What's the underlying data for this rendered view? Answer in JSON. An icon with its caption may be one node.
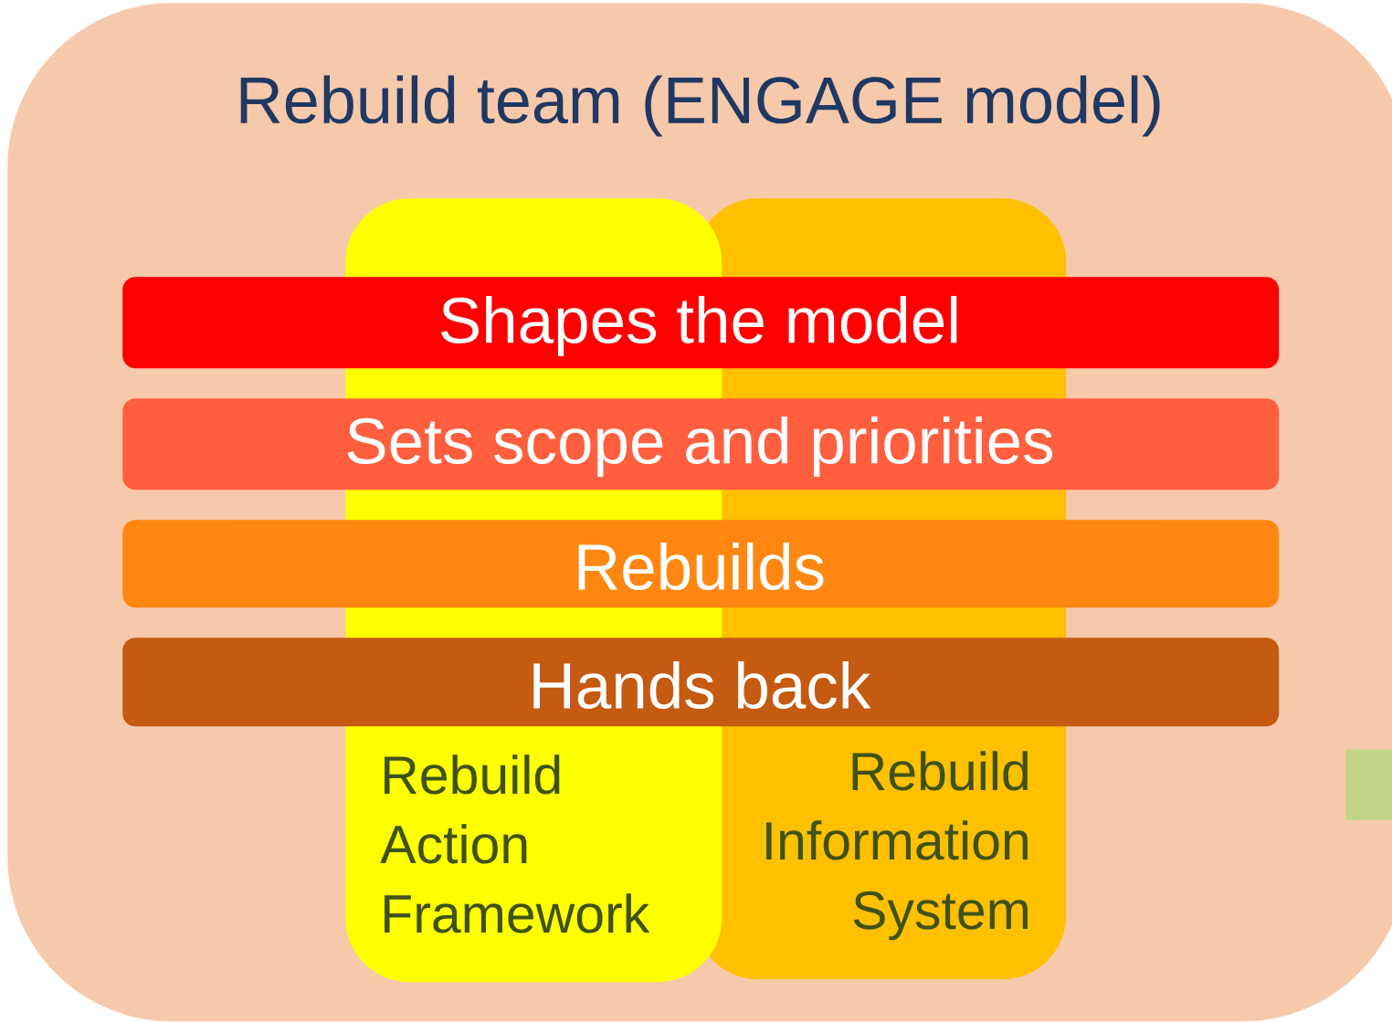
{
  "diagram": {
    "nodes": [
      {
        "text": [
          "Rebuild team (ENGAGE model)"
        ]
      },
      {
        "text": [
          "Rebuild Action Framework"
        ],
        "in": 0
      },
      {
        "text": [
          "Rebuild Information System"
        ],
        "in": 0
      },
      {
        "text": [
          "Shapes the model"
        ],
        "in": 0
      },
      {
        "text": [
          "Sets scope and priorities"
        ],
        "in": 0
      },
      {
        "text": [
          "Rebuilds"
        ],
        "in": 0
      },
      {
        "text": [
          "Hands back"
        ],
        "in": 0
      },
      {
        "text": [],
        "shape": "box",
        "in": 0
      }
    ]
  }
}
